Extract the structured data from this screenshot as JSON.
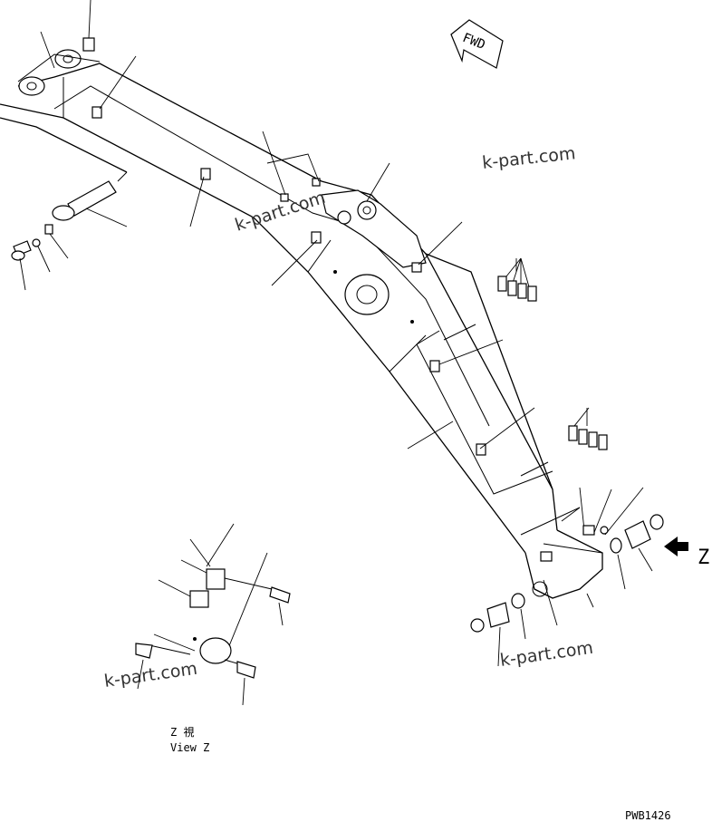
{
  "fwd_label": "FWD",
  "watermarks": [
    "k-part.com",
    "k-part.com",
    "k-part.com",
    "k-part.com"
  ],
  "view_mark": "Z",
  "view_caption_line1": "Z 視",
  "view_caption_line2": "View Z",
  "drawing_number": "PWB1426",
  "colors": {
    "line": "#000000",
    "background": "#ffffff",
    "watermark": "#333333"
  },
  "icons": {
    "view_arrow": "arrow-left-icon"
  }
}
